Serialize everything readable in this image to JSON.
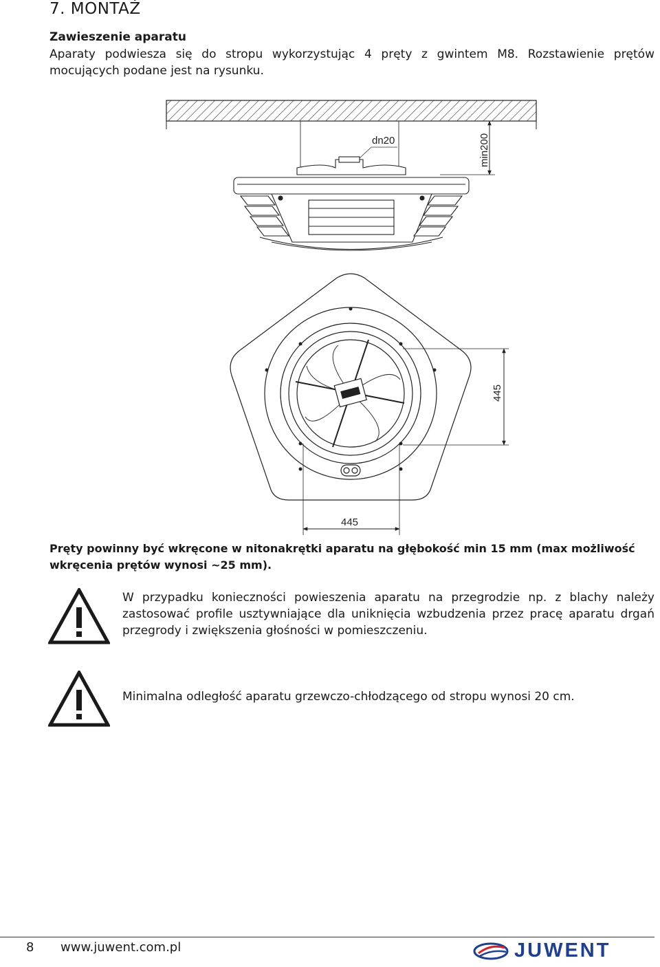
{
  "section": {
    "title": "7.   MONTAŻ"
  },
  "subhead": "Zawieszenie aparatu",
  "intro": "Aparaty podwiesza się do stropu wykorzystując 4 pręty z gwintem M8. Rozstawienie prętów mocujących podane jest na rysunku.",
  "diagram": {
    "label_dn": "dn20",
    "label_min": "min200",
    "label_height": "445",
    "label_width": "445"
  },
  "note": "Pręty powinny być wkręcone w nitonakrętki aparatu na głębokość min 15 mm (max możliwość wkręcenia prętów wynosi ~25 mm).",
  "warnings": [
    {
      "icon": "warning-triangle-icon",
      "text": "W przypadku konieczności powieszenia aparatu na przegrodzie np. z blachy należy zastosować profile usztywniające dla uniknięcia wzbudzenia przez pracę aparatu drgań przegrody i zwiększenia głośności w pomieszczeniu."
    },
    {
      "icon": "warning-triangle-icon",
      "text": "Minimalna odległość aparatu grzewczo-chłodzącego od stropu wynosi 20 cm."
    }
  ],
  "footer": {
    "page_number": "8",
    "website": "www.juwent.com.pl",
    "brand": "JUWENT",
    "brand_color": "#1f3f8f",
    "brand_accent": "#d2232a"
  }
}
